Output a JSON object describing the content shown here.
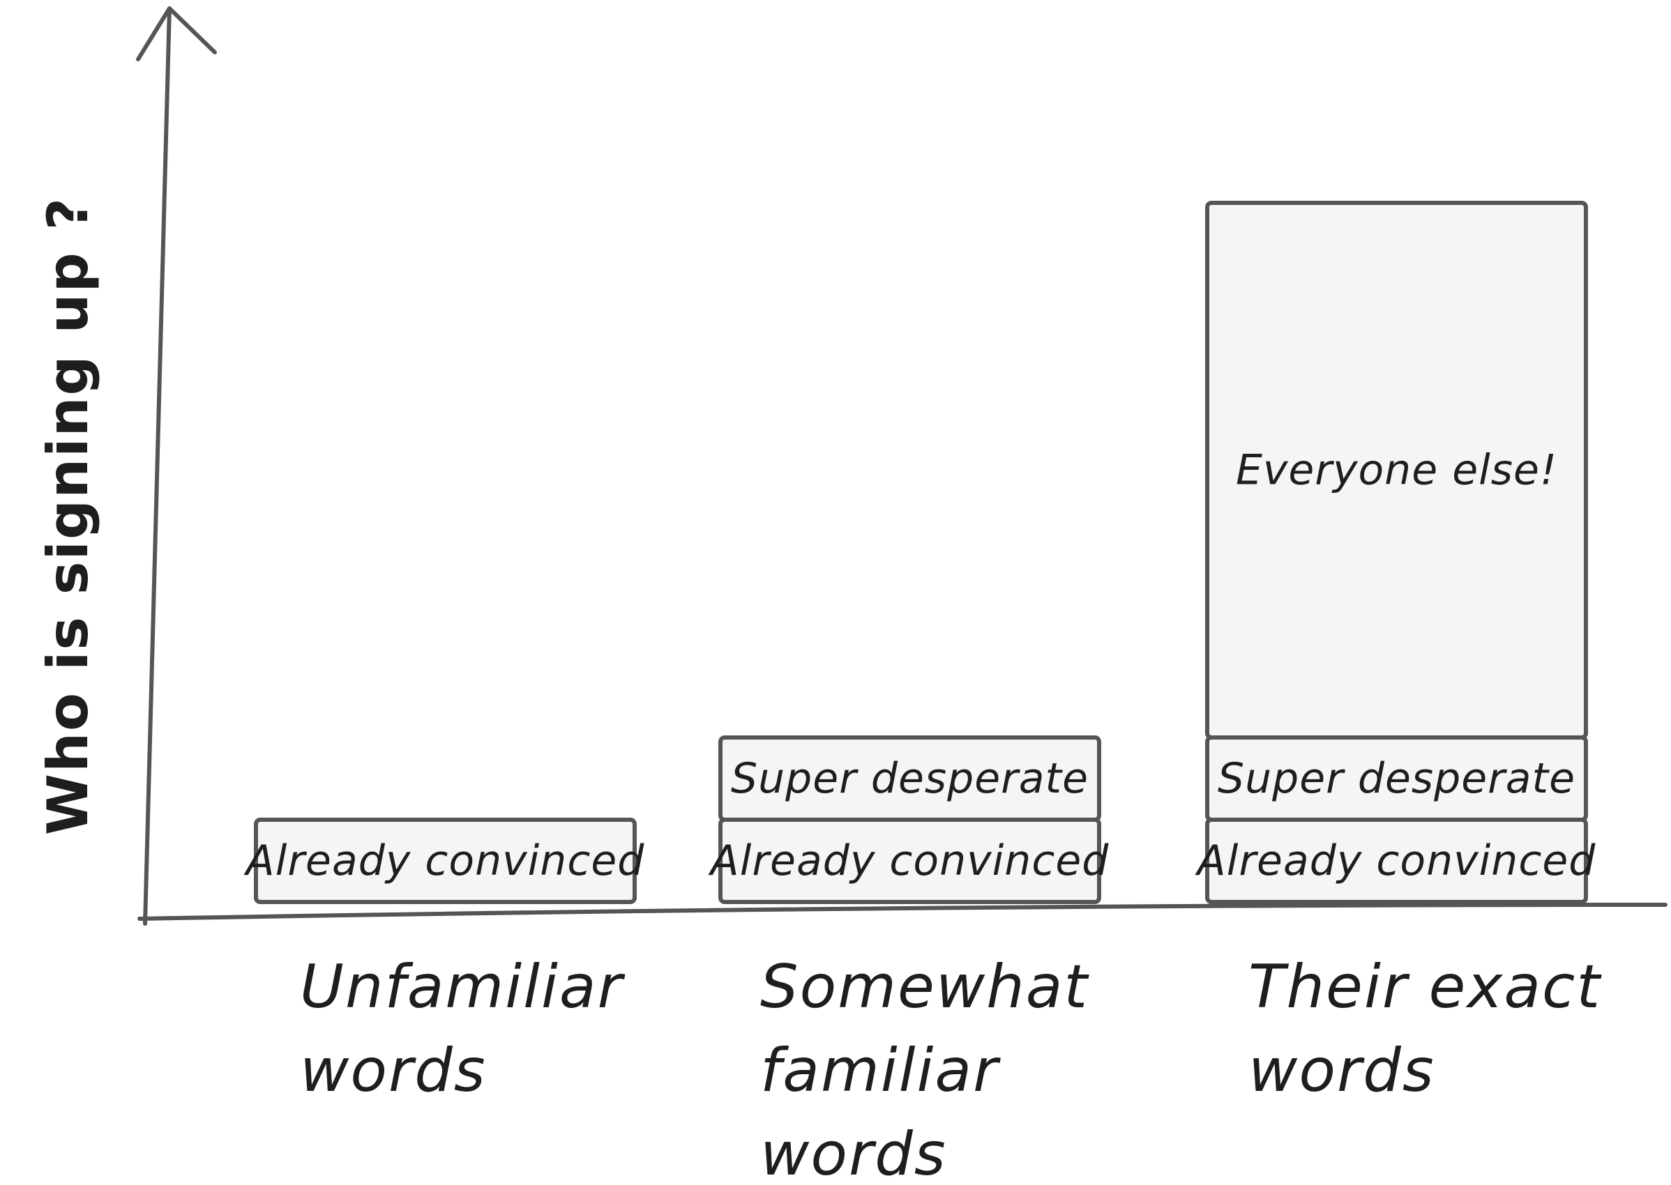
{
  "chart_data": {
    "type": "bar",
    "stacked": true,
    "title": "",
    "xlabel": "",
    "ylabel": "Who is signing up ?",
    "categories": [
      [
        "Unfamiliar",
        "words"
      ],
      [
        "Somewhat",
        "familiar",
        "words"
      ],
      [
        "Their exact",
        "words"
      ]
    ],
    "series": [
      {
        "name": "Already convinced",
        "values": [
          1,
          1,
          1
        ]
      },
      {
        "name": "Super desperate",
        "values": [
          0,
          1,
          1
        ]
      },
      {
        "name": "Everyone else!",
        "values": [
          0,
          0,
          6.5
        ]
      }
    ],
    "ylim": [
      0,
      9
    ],
    "grid": false,
    "legend": "none",
    "colors": {
      "fill": "#f5f5f5",
      "stroke": "#555555",
      "text": "#1e1e1e",
      "background": "#ffffff"
    }
  }
}
